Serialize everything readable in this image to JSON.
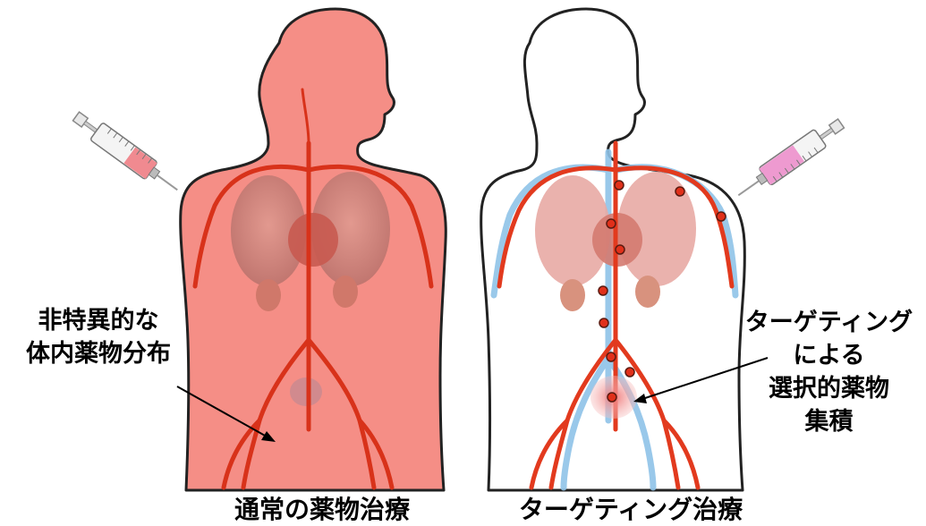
{
  "figure": {
    "left_panel": {
      "caption": "通常の薬物治療",
      "annotation_lines": [
        "非特異的な",
        "体内薬物分布"
      ]
    },
    "right_panel": {
      "caption": "ターゲティング治療",
      "annotation_lines": [
        "ターゲティング",
        "による",
        "選択的薬物",
        "集積"
      ]
    },
    "colors": {
      "body_fill_untargeted": "#f58e86",
      "artery": "#e23a1e",
      "vein": "#8fc3e8",
      "organ": "#d98a82",
      "drug_dot": "#e0301a",
      "target_glow": "#f4a0a0",
      "syringe_left_liquid": "#f08a90",
      "syringe_right_liquid": "#ee9ad0"
    }
  }
}
